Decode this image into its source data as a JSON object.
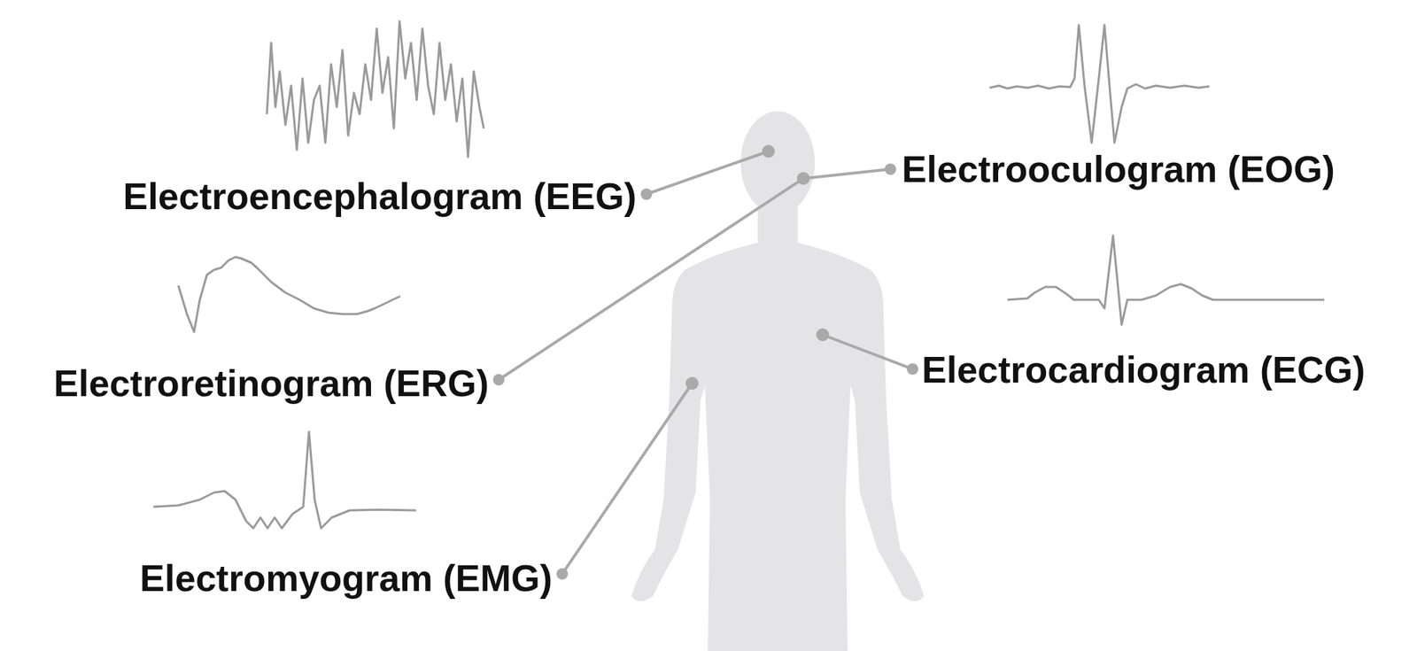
{
  "diagram": {
    "labels": [
      "Electroencephalogram (EEG)",
      "Electrooculogram (EOG)",
      "Electroretinogram (ERG)",
      "Electrocardiogram (ECG)",
      "Electromyogram (EMG)"
    ]
  }
}
